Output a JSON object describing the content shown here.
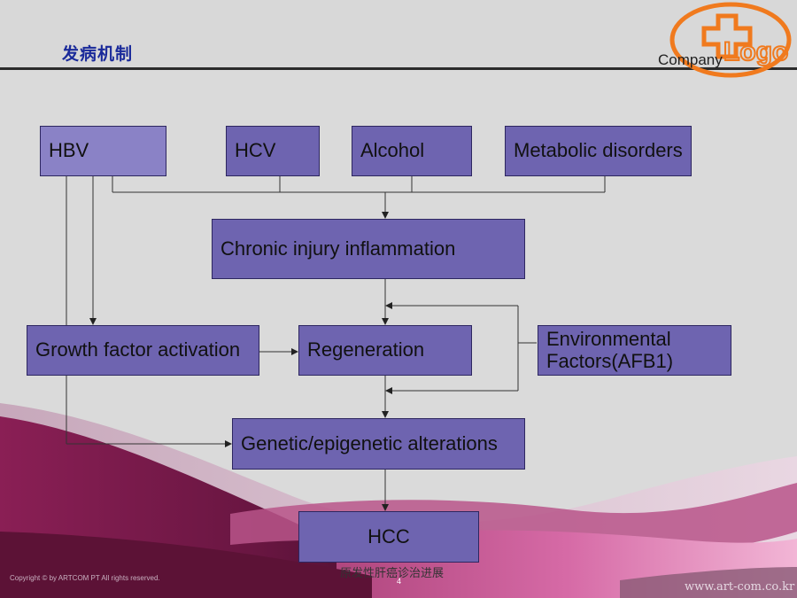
{
  "header": {
    "title": "发病机制",
    "company_label": "Company",
    "logo_text": "Logo"
  },
  "diagram": {
    "nodes": {
      "hbv": "HBV",
      "hcv": "HCV",
      "alcohol": "Alcohol",
      "metabolic": "Metabolic disorders",
      "chronic": "Chronic injury inflammation",
      "growth": "Growth factor activation",
      "regeneration": "Regeneration",
      "env_line1": "Environmental",
      "env_line2": "Factors(AFB1)",
      "genetic": "Genetic/epigenetic alterations",
      "hcc": "HCC"
    }
  },
  "footer": {
    "copyright": "Copyright © by ARTCOM PT All rights reserved.",
    "caption": "原发性肝癌诊治进展",
    "page_number": "4",
    "url": "www.art-com.co.kr"
  },
  "colors": {
    "box_fill": "#6e64b0",
    "box_fill_light": "#8a82c6",
    "title_color": "#1a2a9a",
    "logo_orange": "#f07a1e",
    "wave_dark": "#7a1a4a",
    "wave_pink": "#d86aa8"
  }
}
